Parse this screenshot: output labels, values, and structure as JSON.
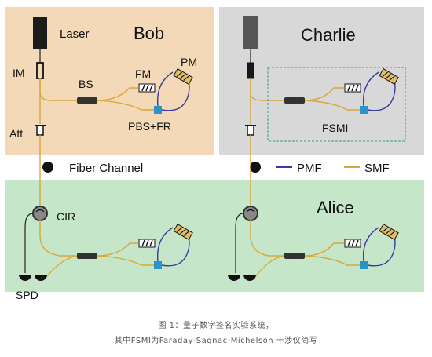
{
  "parties": {
    "bob": "Bob",
    "charlie": "Charlie",
    "alice": "Alice"
  },
  "components": {
    "laser": "Laser",
    "im": "IM",
    "bs": "BS",
    "fm": "FM",
    "pm": "PM",
    "pbs_fr": "PBS+FR",
    "att": "Att",
    "fsmi": "FSMI",
    "cir": "CIR",
    "spd": "SPD"
  },
  "legend": {
    "fiber_channel": "Fiber Channel",
    "pmf": "PMF",
    "smf": "SMF"
  },
  "caption": {
    "line1": "图 1：量子数字签名实验系统，",
    "line2": "其中FSMI为Faraday-Sagnac-Michelson 干涉仪简写"
  },
  "colors": {
    "bob_bg": "#F4D9B8",
    "charlie_bg": "#D8D8D8",
    "alice_bg": "#C6E6C9",
    "smf_fiber": "#D8A838",
    "pmf_fiber": "#3A3AA0",
    "pbs_blue": "#2A94C8",
    "fsmi_border": "#3A9A8A"
  }
}
